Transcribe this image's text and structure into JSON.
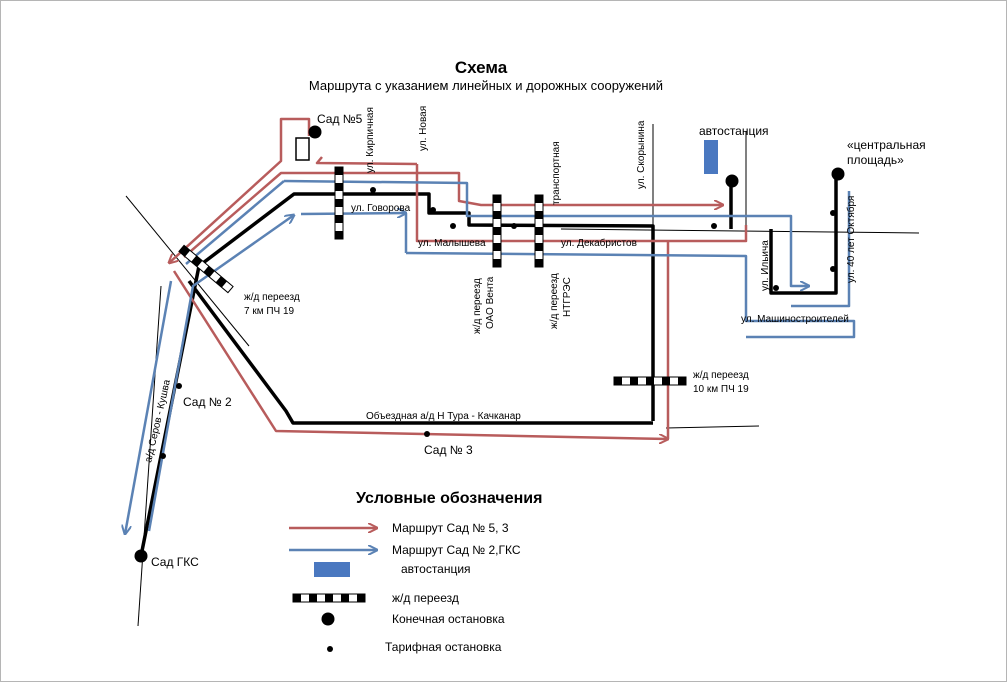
{
  "title": "Схема",
  "subtitle": "Маршрута с указанием линейных и дорожных сооружений",
  "colors": {
    "route_red": "#b85c5c",
    "route_blue": "#5b82b4",
    "road": "#000000",
    "bus_station": "#4a78c0"
  },
  "stops": {
    "sad5": "Сад №5",
    "sad2": "Сад № 2",
    "sad3": "Сад № 3",
    "sad_gks": "Сад ГКС",
    "bus_station": "автостанция",
    "central_square_1": "«центральная",
    "central_square_2": "площадь»"
  },
  "streets": {
    "kirpichnaya": "ул. Кирпичная",
    "novaya": "ул. Новая",
    "transportnaya": "транспортная",
    "skorynina": "ул. Скорынина",
    "govorova": "ул. Говорова",
    "malysheva": "ул. Малышева",
    "dekabristov": "ул. Декабристов",
    "ilyicha": "ул. Ильича",
    "oktyabrya": "ул. 40 лет Октября",
    "mashinostroiteley": "ул. Машиностроителей",
    "obezdnaya": "Объездная а/д Н Тура - Качканар",
    "serov_kushva": "а/д Серов - Кушва"
  },
  "crossings": {
    "km7_1": "ж/д переезд",
    "km7_2": "7 км  ПЧ 19",
    "vent_1": "ж/д переезд",
    "vent_2": "ОАО Вента",
    "ntgres_1": "ж/д переезд",
    "ntgres_2": "НТГРЭС",
    "km10_1": "ж/д переезд",
    "km10_2": "10 км  ПЧ 19"
  },
  "legend": {
    "title": "Условные обозначения",
    "route_red": "Маршрут  Сад № 5, 3",
    "route_blue": "Маршрут Сад № 2,ГКС",
    "bus_station": "автостанция",
    "crossing": "ж/д переезд",
    "terminal_stop": "Конечная остановка",
    "fare_stop": "Тарифная остановка"
  }
}
